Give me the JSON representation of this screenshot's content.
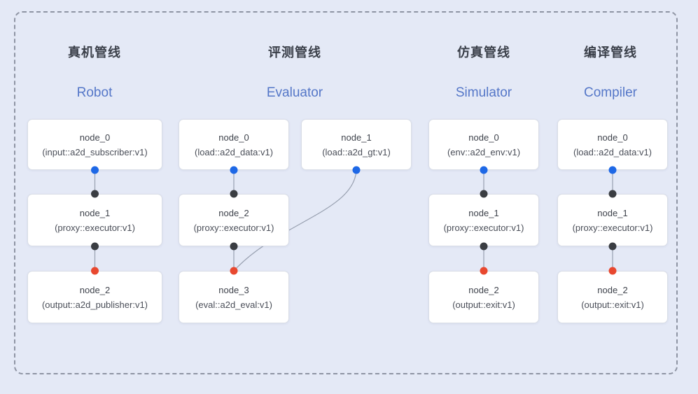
{
  "colors": {
    "background": "#E4E9F6",
    "frame_dash": "#8E94A3",
    "node_fill": "#FFFFFF",
    "node_border": "#D9DDE6",
    "connector": "#98A0B0",
    "port_input_blue": "#1E68E6",
    "port_internal_dark": "#3A3D42",
    "port_output_red": "#E8482F",
    "title_zh_color": "#3A3F49",
    "title_en_color": "#5577C8"
  },
  "pipelines": [
    {
      "title_zh": "真机管线",
      "title_en": "Robot",
      "nodes": [
        {
          "name": "node_0",
          "type": "(input::a2d_subscriber:v1)"
        },
        {
          "name": "node_1",
          "type": "(proxy::executor:v1)"
        },
        {
          "name": "node_2",
          "type": "(output::a2d_publisher:v1)"
        }
      ]
    },
    {
      "title_zh": "评测管线",
      "title_en": "Evaluator",
      "nodes": [
        {
          "name": "node_0",
          "type": "(load::a2d_data:v1)"
        },
        {
          "name": "node_1",
          "type": "(load::a2d_gt:v1)"
        },
        {
          "name": "node_2",
          "type": "(proxy::executor:v1)"
        },
        {
          "name": "node_3",
          "type": "(eval::a2d_eval:v1)"
        }
      ]
    },
    {
      "title_zh": "仿真管线",
      "title_en": "Simulator",
      "nodes": [
        {
          "name": "node_0",
          "type": "(env::a2d_env:v1)"
        },
        {
          "name": "node_1",
          "type": "(proxy::executor:v1)"
        },
        {
          "name": "node_2",
          "type": "(output::exit:v1)"
        }
      ]
    },
    {
      "title_zh": "编译管线",
      "title_en": "Compiler",
      "nodes": [
        {
          "name": "node_0",
          "type": "(load::a2d_data:v1)"
        },
        {
          "name": "node_1",
          "type": "(proxy::executor:v1)"
        },
        {
          "name": "node_2",
          "type": "(output::exit:v1)"
        }
      ]
    }
  ]
}
